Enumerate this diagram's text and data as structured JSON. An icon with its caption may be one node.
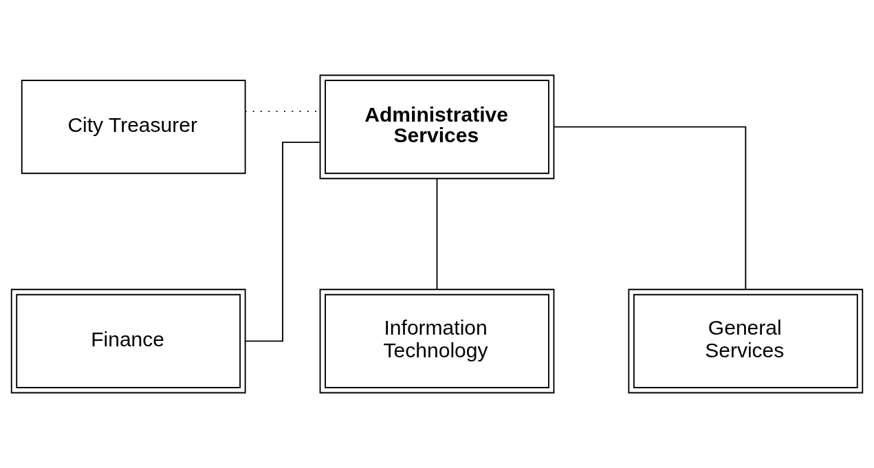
{
  "diagram": {
    "nodes": [
      {
        "text": [
          "City Treasurer"
        ]
      },
      {
        "text": [
          "Administrative Services"
        ]
      },
      {
        "text": [
          "Finance"
        ]
      },
      {
        "text": [
          "Information Technology"
        ]
      },
      {
        "text": [
          "General Services"
        ]
      }
    ],
    "edges": [
      {
        "from": 0,
        "to": 1,
        "arrow": "none",
        "style": "dashed"
      },
      {
        "from": 1,
        "to": 2,
        "arrow": "none"
      },
      {
        "from": 1,
        "to": 3,
        "arrow": "none"
      },
      {
        "from": 1,
        "to": 4,
        "arrow": "none"
      }
    ]
  }
}
